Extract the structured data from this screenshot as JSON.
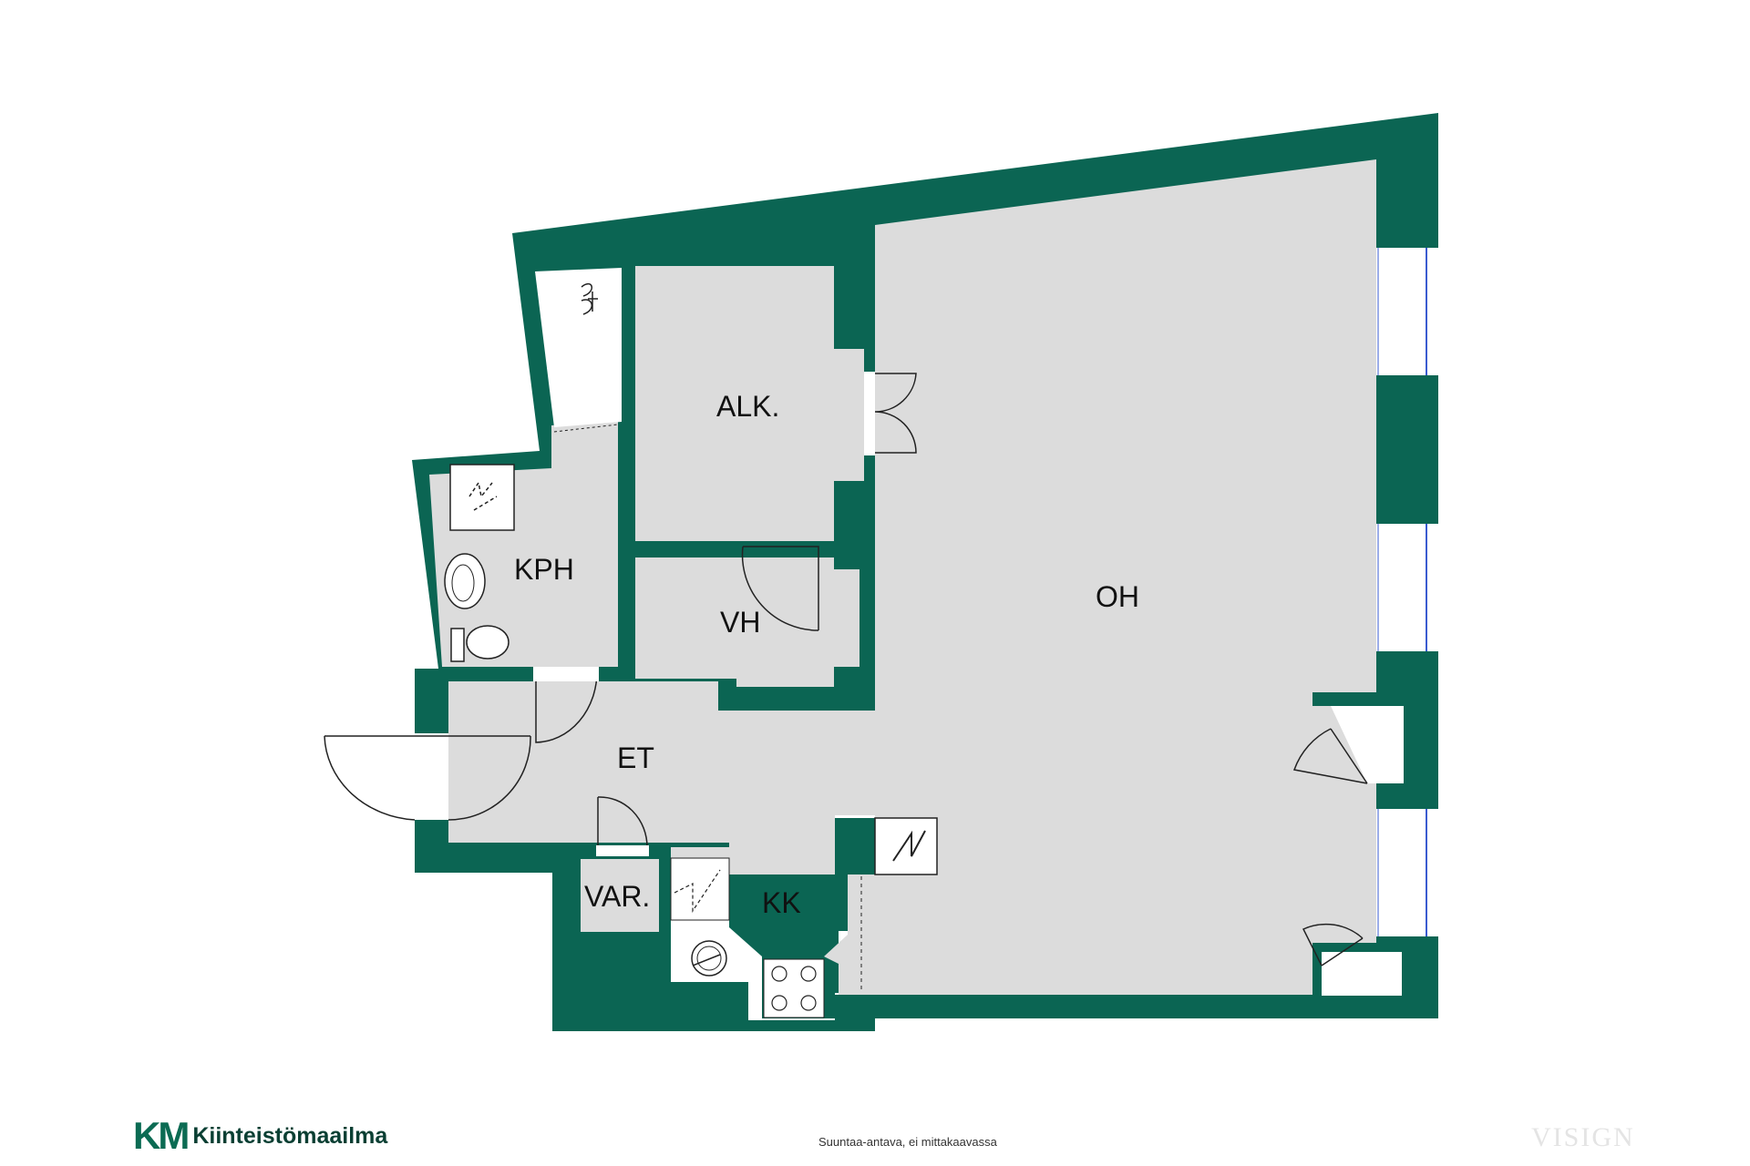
{
  "colors": {
    "wall": "#0b6553",
    "floor": "#dcdcdc",
    "background": "#ffffff",
    "fixture_stroke": "#222222",
    "window": "#3a5bd0"
  },
  "rooms": {
    "alk": "ALK.",
    "oh": "OH",
    "kph": "KPH",
    "vh": "VH",
    "et": "ET",
    "var": "VAR.",
    "kk": "KK"
  },
  "footer": {
    "logo_mark": "KM",
    "logo_text": "Kiinteistömaailma",
    "note": "Suuntaa-antava, ei mittakaavassa",
    "watermark": "VISIGN"
  }
}
